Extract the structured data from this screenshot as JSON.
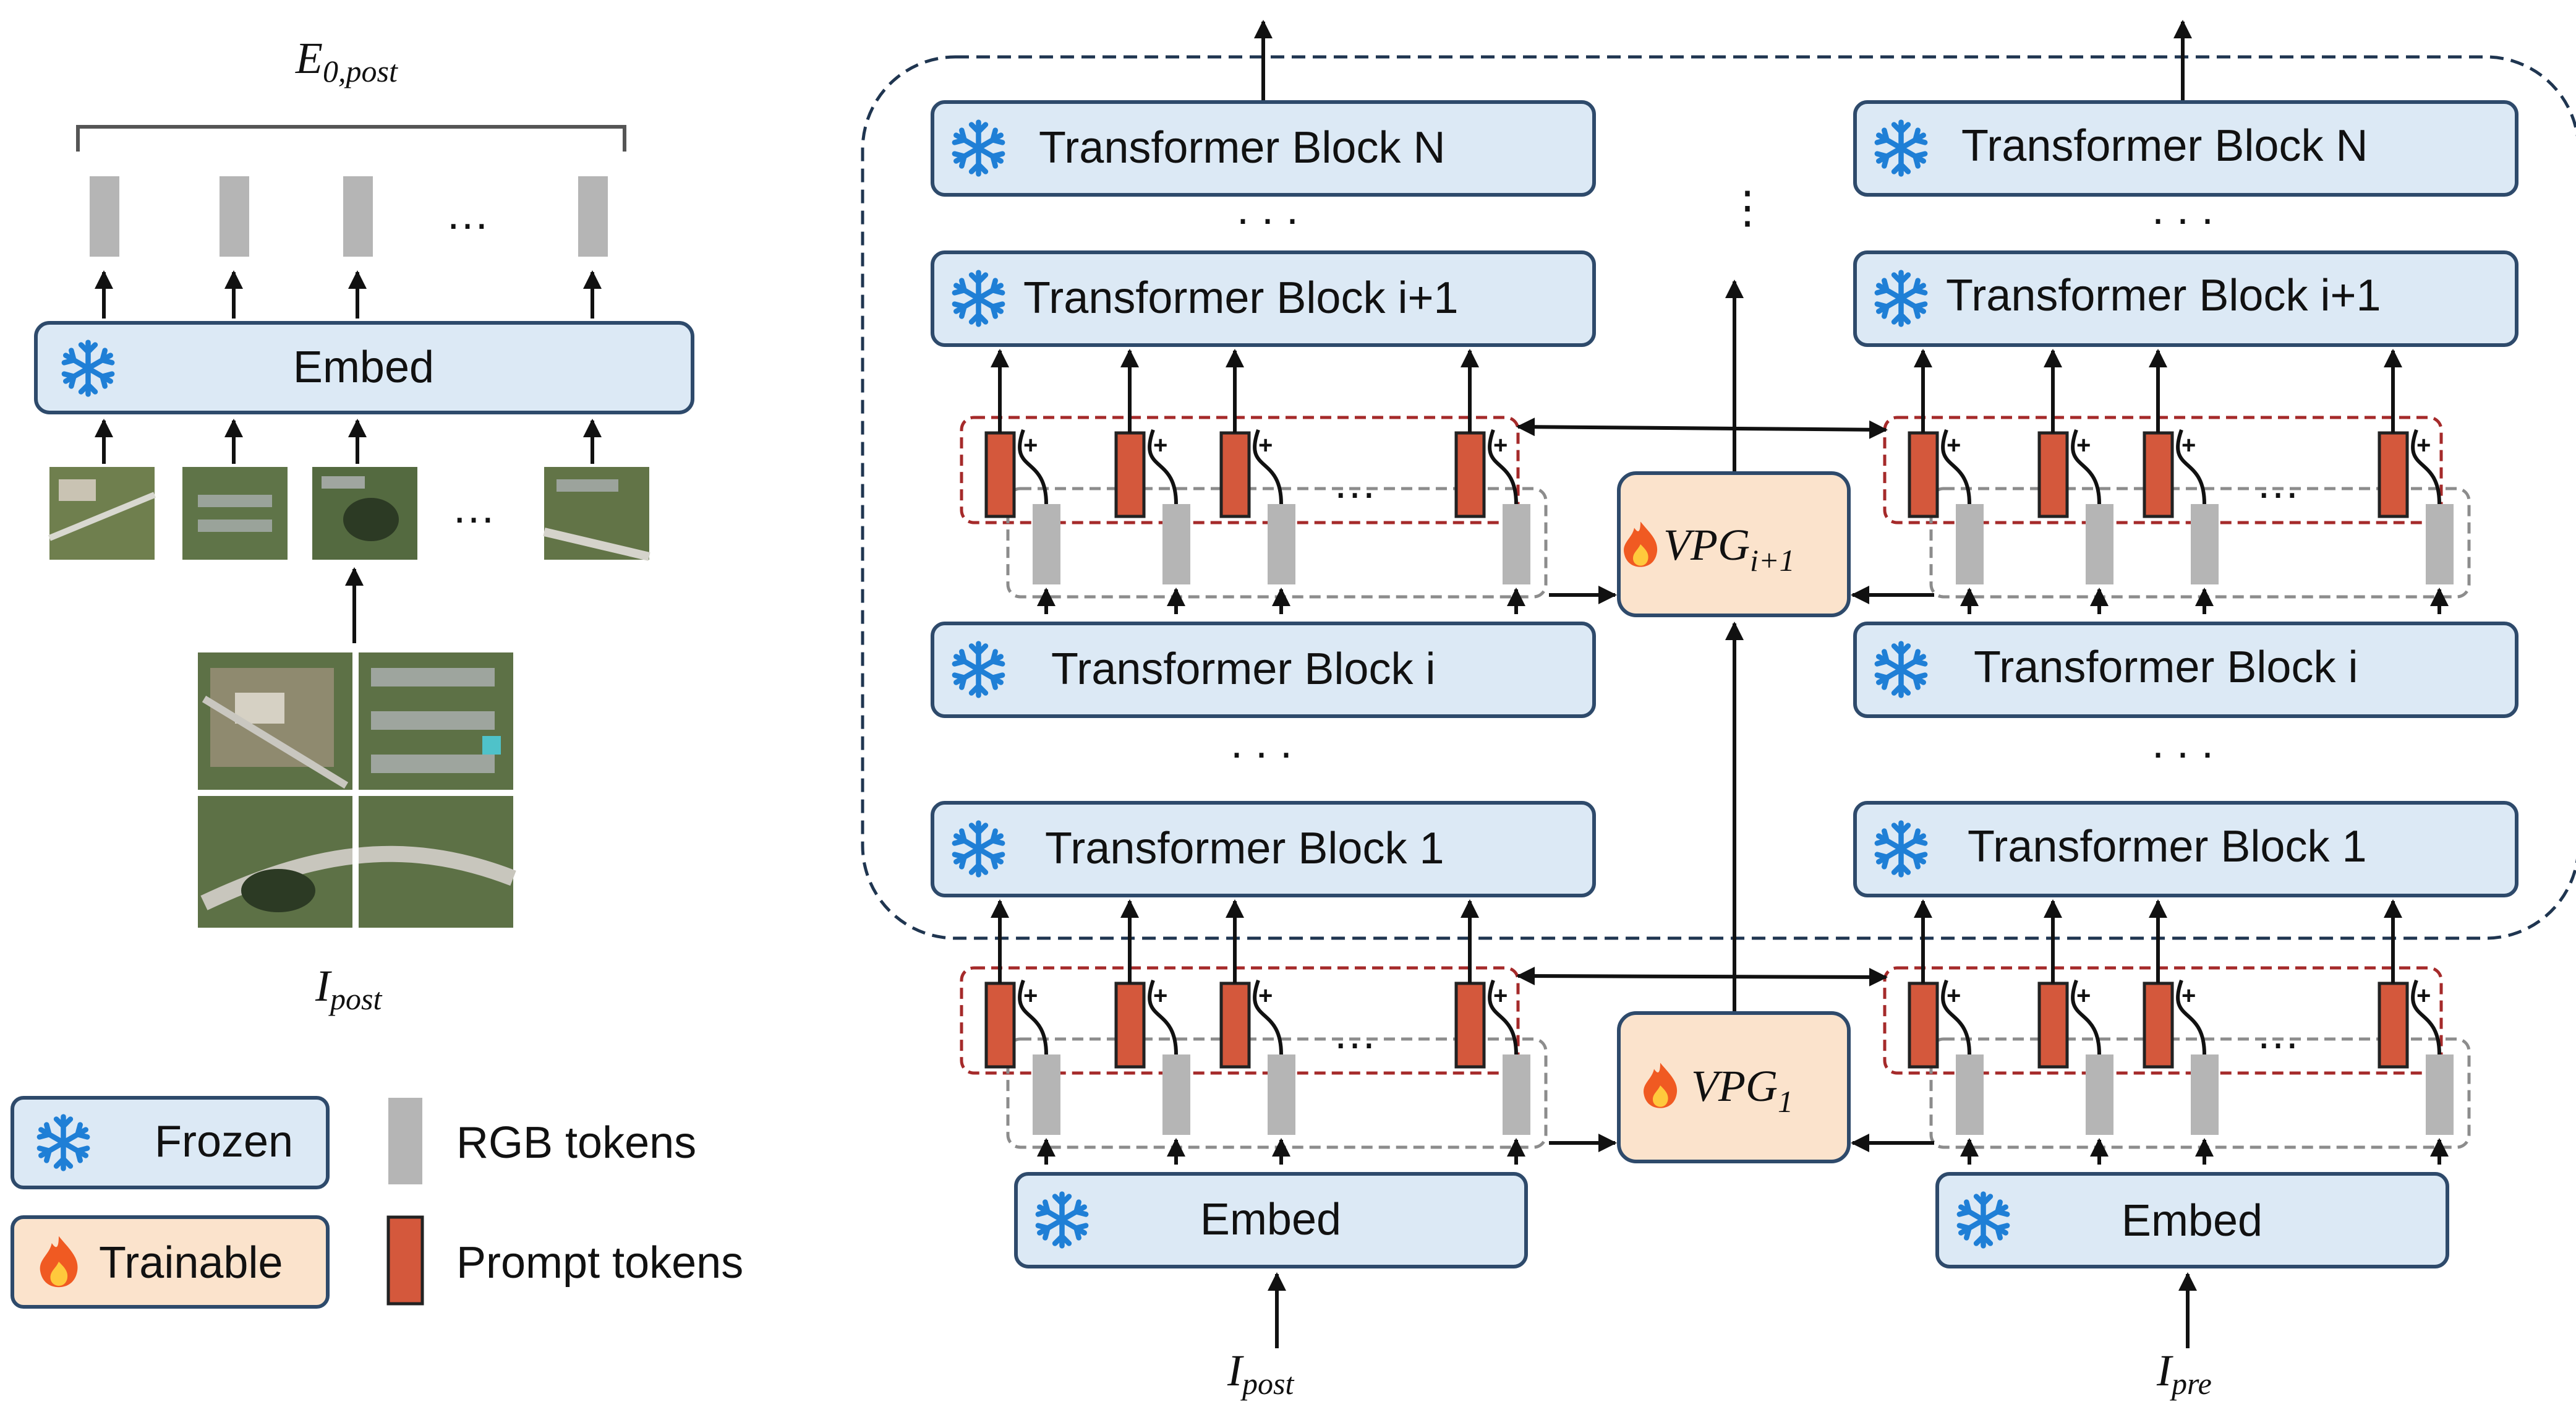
{
  "left_panel": {
    "embedding_label": "E",
    "embedding_sub": "0,post",
    "embed_label": "Embed",
    "input_label": "I",
    "input_sub": "post",
    "ellipsis": "…"
  },
  "legend": {
    "frozen": "Frozen",
    "trainable": "Trainable",
    "rgb_tokens": "RGB tokens",
    "prompt_tokens": "Prompt tokens"
  },
  "stream_post": {
    "block_n": "Transformer Block N",
    "block_i1": "Transformer Block i+1",
    "block_i": "Transformer Block i",
    "block_1": "Transformer Block 1",
    "embed": "Embed",
    "input_label": "I",
    "input_sub": "post"
  },
  "stream_pre": {
    "block_n": "Transformer Block N",
    "block_i1": "Transformer Block i+1",
    "block_i": "Transformer Block i",
    "block_1": "Transformer Block 1",
    "embed": "Embed",
    "input_label": "I",
    "input_sub": "pre"
  },
  "vpg_top": {
    "label": "VPG",
    "sub": "i+1"
  },
  "vpg_bottom": {
    "label": "VPG",
    "sub": "1"
  },
  "dots": {
    "vertical": "⋮",
    "horizontal": ". . .",
    "short": "…"
  },
  "colors": {
    "frozen_fill": "#dce9f5",
    "trainable_fill": "#fbe3cc",
    "prompt_token": "#d4583c",
    "rgb_token": "#b5b5b5",
    "snowflake": "#1f7fd6",
    "flame": "#f05a22"
  },
  "icons": [
    "snowflake-icon",
    "flame-icon"
  ]
}
